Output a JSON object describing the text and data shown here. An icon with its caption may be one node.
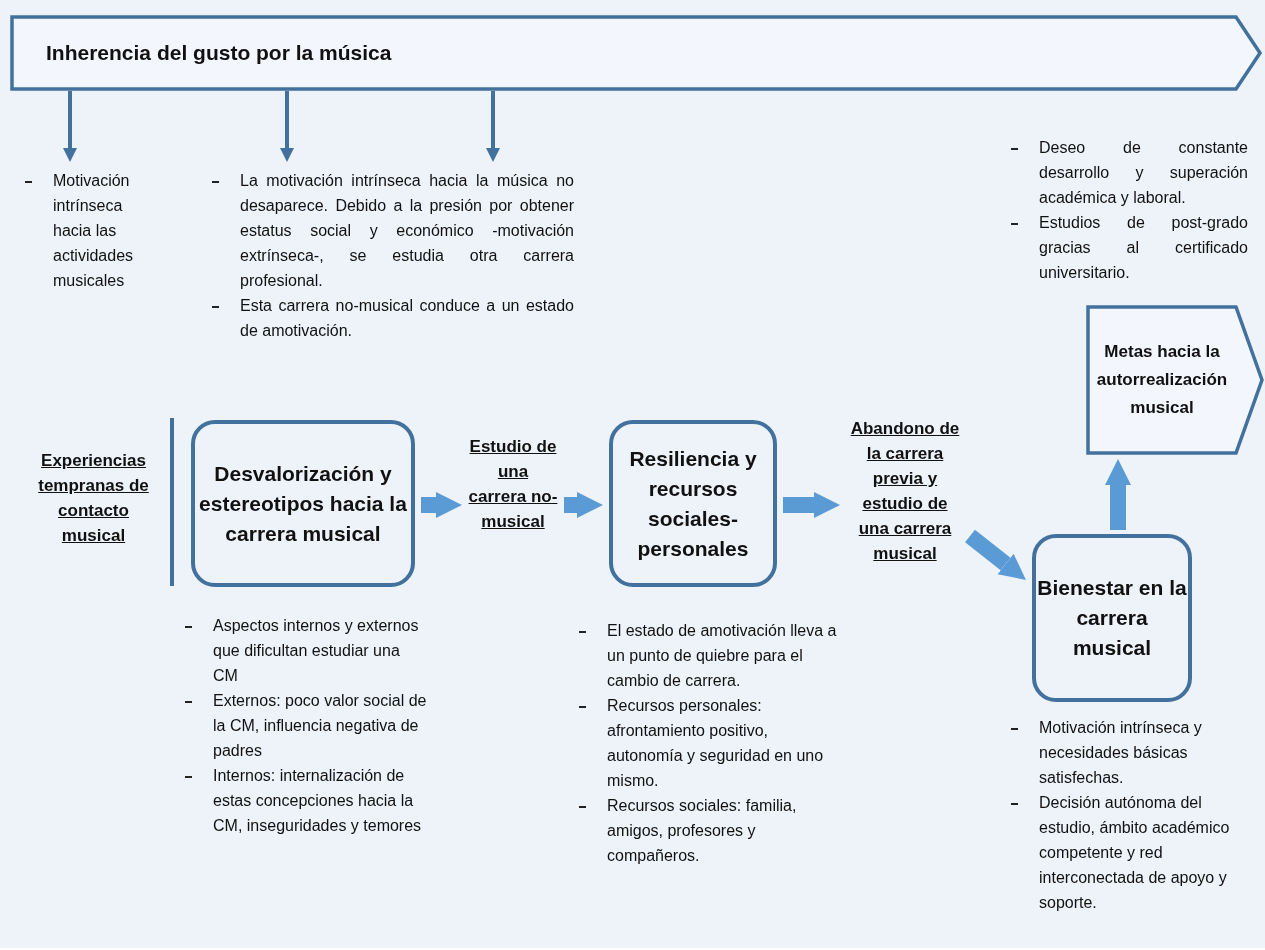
{
  "diagram": {
    "nodes": [
      {
        "text": [
          "Inherencia del gusto por la música"
        ]
      },
      {
        "text": [
          "Motivación intrínseca hacia las actividades musicales"
        ]
      },
      {
        "text": [
          "La motivación intrínseca hacia la música no desaparece. Debido a la presión por obtener estatus social y económico -motivación extrínseca-, se estudia otra carrera profesional.",
          "Esta carrera no-musical conduce a un estado de amotivación."
        ]
      },
      {
        "text": [
          "Experiencias tempranas de contacto musical"
        ]
      },
      {
        "text": [
          "Desvalorización y estereotipos hacia la carrera musical"
        ],
        "beside": [
          "Aspectos internos y externos que dificultan estudiar una CM",
          "Externos: poco valor social de la CM, influencia negativa de padres",
          "Internos: internalización de estas concepciones hacia la CM, inseguridades y temores"
        ]
      },
      {
        "text": [
          "Estudio de una carrera no-musical"
        ]
      },
      {
        "text": [
          "Resiliencia y recursos sociales-personales"
        ],
        "beside": [
          "El estado de amotivación lleva a un punto de quiebre para el cambio de carrera.",
          "Recursos personales: afrontamiento positivo, autonomía y seguridad en uno mismo.",
          "Recursos sociales: familia, amigos, profesores y compañeros."
        ]
      },
      {
        "text": [
          "Abandono de la carrera previa y estudio de una carrera musical"
        ]
      },
      {
        "text": [
          "Bienestar en la carrera musical"
        ],
        "beside": [
          "Motivación intrínseca y necesidades básicas satisfechas.",
          "Decisión autónoma del estudio, ámbito académico competente y red interconectada de apoyo y soporte."
        ]
      },
      {
        "text": [
          "Metas hacia la autorrealización musical"
        ],
        "beside": [
          "Deseo de constante desarrollo y superación académica y laboral.",
          "Estudios de post-grado gracias al certificado universitario."
        ]
      }
    ],
    "edges": [
      {
        "from": 0,
        "to": 1,
        "arrow": "to",
        "color": "#41719c"
      },
      {
        "from": 0,
        "to": 2,
        "arrow": "to",
        "color": "#41719c"
      },
      {
        "from": 0,
        "to": 2,
        "arrow": "to",
        "color": "#41719c"
      },
      {
        "from": 4,
        "to": 5,
        "arrow": "to"
      },
      {
        "from": 5,
        "to": 6,
        "arrow": "to"
      },
      {
        "from": 6,
        "to": 7,
        "arrow": "to"
      },
      {
        "from": 7,
        "to": 8,
        "arrow": "to"
      },
      {
        "from": 8,
        "to": 9,
        "arrow": "to"
      }
    ]
  }
}
